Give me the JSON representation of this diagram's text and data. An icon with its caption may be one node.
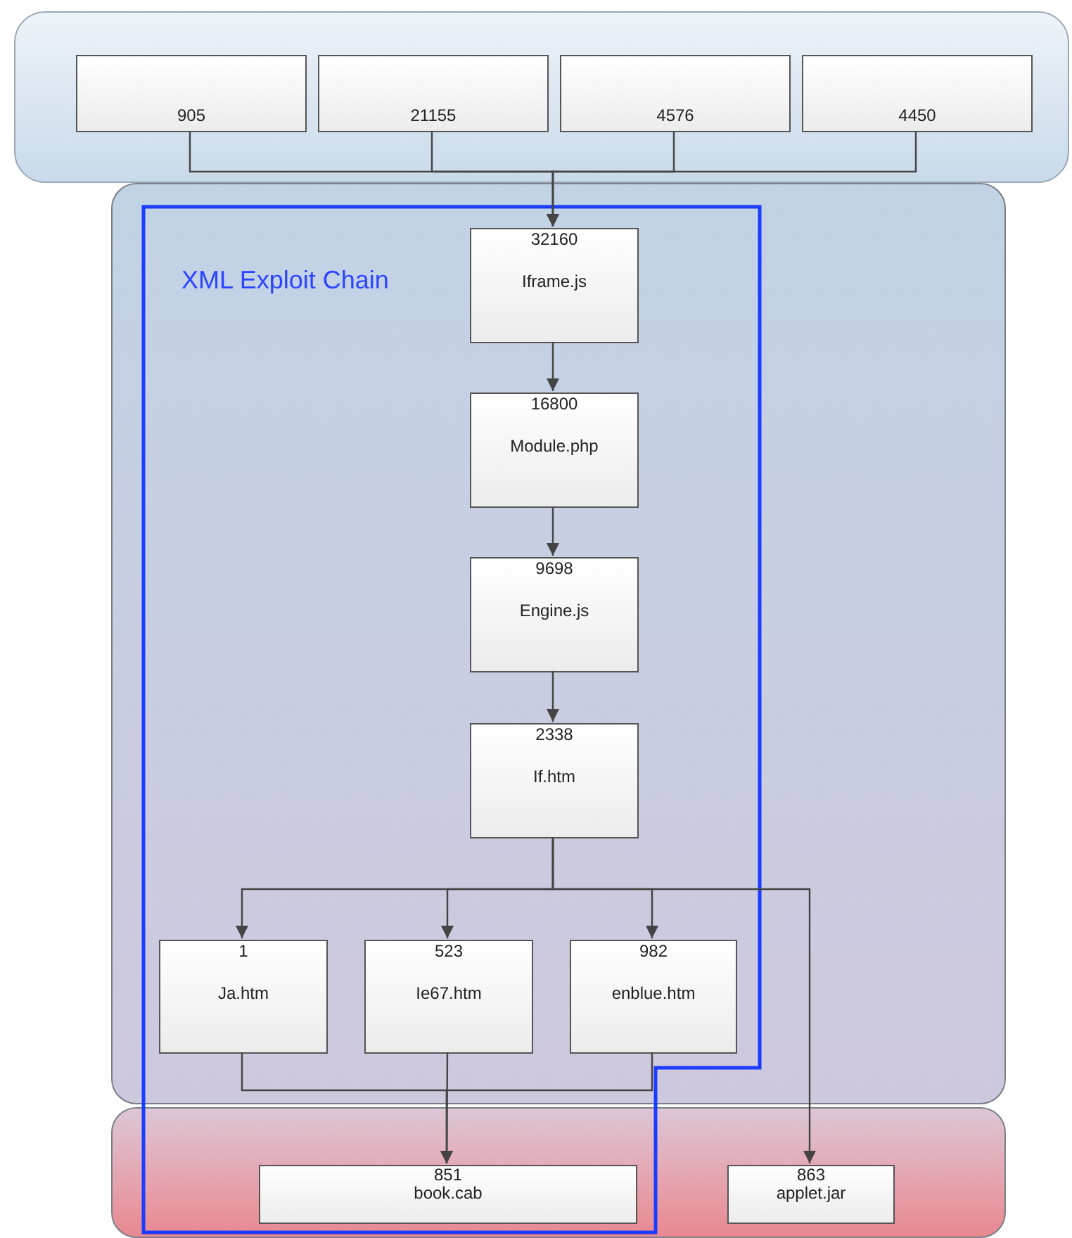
{
  "diagram": {
    "nodes": [
      {
        "text": [],
        "shape": "box"
      },
      {
        "text": [
          "905"
        ],
        "in": 0
      },
      {
        "text": [
          "21155"
        ],
        "in": 0
      },
      {
        "text": [
          "4576"
        ],
        "in": 0
      },
      {
        "text": [
          "4450"
        ],
        "in": 0
      },
      {
        "text": [],
        "shape": "box"
      },
      {
        "text": [
          "32160",
          "Iframe.js"
        ],
        "in": 5
      },
      {
        "text": [
          "16800",
          "Module.php"
        ],
        "in": 5
      },
      {
        "text": [
          "9698",
          "Engine.js"
        ],
        "in": 5
      },
      {
        "text": [
          "2338",
          "If.htm"
        ],
        "in": 5
      },
      {
        "text": [
          "1",
          "Ja.htm"
        ],
        "in": 5
      },
      {
        "text": [
          "523",
          "Ie67.htm"
        ],
        "in": 5
      },
      {
        "text": [
          "982",
          "enblue.htm"
        ],
        "in": 5
      },
      {
        "text": [],
        "shape": "box"
      },
      {
        "text": [
          "851",
          "book.cab"
        ],
        "in": 13
      },
      {
        "text": [
          "863",
          "applet.jar"
        ],
        "in": 13
      }
    ],
    "edges": [
      {
        "from": 1,
        "to": 6,
        "arrow": "to"
      },
      {
        "from": 2,
        "to": 6,
        "arrow": "to"
      },
      {
        "from": 3,
        "to": 6,
        "arrow": "to"
      },
      {
        "from": 4,
        "to": 6,
        "arrow": "to"
      },
      {
        "from": 6,
        "to": 7,
        "arrow": "to"
      },
      {
        "from": 7,
        "to": 8,
        "arrow": "to"
      },
      {
        "from": 8,
        "to": 9,
        "arrow": "to"
      },
      {
        "from": 9,
        "to": 10,
        "arrow": "to"
      },
      {
        "from": 9,
        "to": 11,
        "arrow": "to"
      },
      {
        "from": 9,
        "to": 12,
        "arrow": "to"
      },
      {
        "from": 9,
        "to": 15,
        "arrow": "to"
      },
      {
        "from": 10,
        "to": 14,
        "arrow": "to"
      },
      {
        "from": 11,
        "to": 14,
        "arrow": "to"
      },
      {
        "from": 12,
        "to": 14,
        "arrow": "to"
      }
    ],
    "labels": [
      "XML Exploit Chain"
    ]
  }
}
